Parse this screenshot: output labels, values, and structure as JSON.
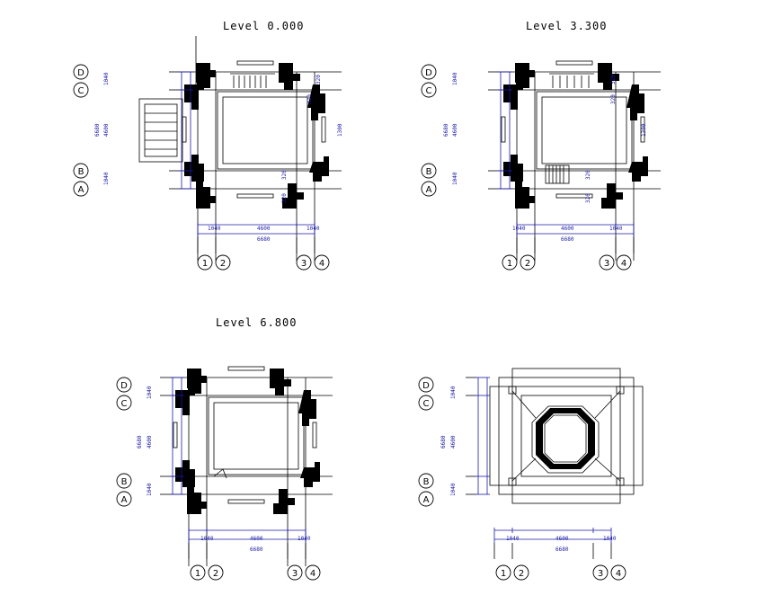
{
  "titles": {
    "plan1": "Level 0.000",
    "plan2": "Level 3.300",
    "plan3": "Level 6.800",
    "plan4": ""
  },
  "grid_labels": {
    "rows": [
      "D",
      "C",
      "B",
      "A"
    ],
    "cols": [
      "1",
      "2",
      "3",
      "4"
    ]
  },
  "dimensions": {
    "vertical": [
      "1040",
      "4600",
      "1040",
      "6680"
    ],
    "horizontal": [
      "1040",
      "4600",
      "1040",
      "6680"
    ],
    "window_width": "1300",
    "column_offset": "320"
  },
  "colors": {
    "line": "#000000",
    "dimension": "#1a1aa8"
  }
}
